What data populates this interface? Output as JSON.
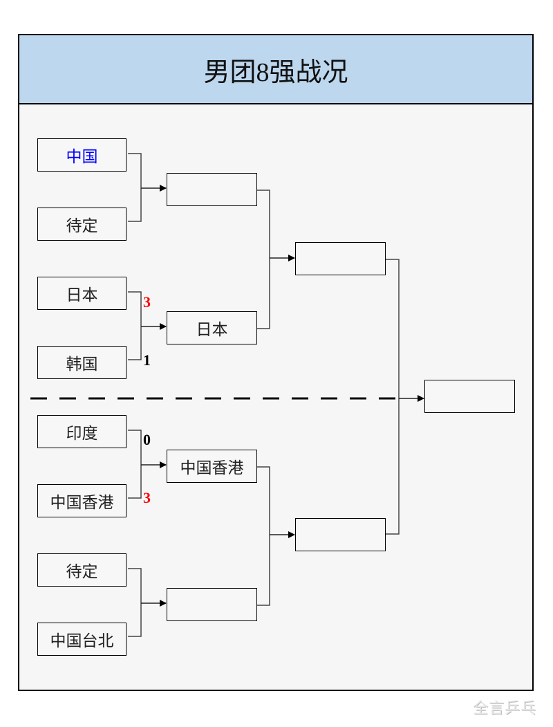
{
  "title": "男团8强战况",
  "colors": {
    "header_bg": "#bdd7ee",
    "winner_score": "#ff0000",
    "loser_score": "#000000",
    "highlight_team": "#0000ff"
  },
  "round1": [
    {
      "team": "中国",
      "highlight": true
    },
    {
      "team": "待定"
    },
    {
      "team": "日本",
      "score": "3",
      "winner": true
    },
    {
      "team": "韩国",
      "score": "1"
    },
    {
      "team": "印度",
      "score": "0"
    },
    {
      "team": "中国香港",
      "score": "3",
      "winner": true
    },
    {
      "team": "待定"
    },
    {
      "team": "中国台北"
    }
  ],
  "semis_entry": [
    {
      "team": ""
    },
    {
      "team": "日本"
    },
    {
      "team": "中国香港"
    },
    {
      "team": ""
    }
  ],
  "semis": [
    {
      "team": ""
    },
    {
      "team": ""
    }
  ],
  "final": {
    "team": ""
  },
  "watermark": "全言乒乓"
}
